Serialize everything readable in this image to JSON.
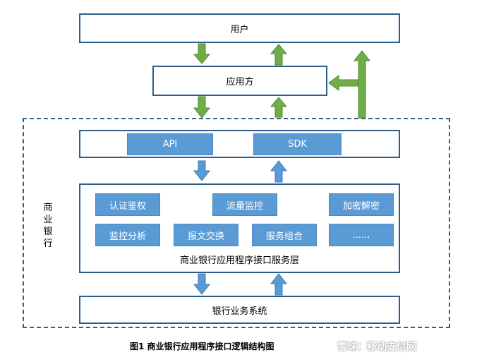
{
  "diagram": {
    "user": "用户",
    "app_party": "应用方",
    "bank_label": "商业银行",
    "api": "API",
    "sdk": "SDK",
    "services": [
      "认证鉴权",
      "流量监控",
      "加密解密",
      "监控分析",
      "报文交换",
      "服务组合",
      "......"
    ],
    "service_layer": "商业银行应用程序接口服务层",
    "business_system": "银行业务系统",
    "caption": "图1  商业银行应用程序接口逻辑结构图",
    "watermark": "雪球：移动支付网"
  },
  "colors": {
    "green_arrow": "#70ad47",
    "blue_arrow": "#5b9bd5",
    "border": "#2e5f8a"
  }
}
